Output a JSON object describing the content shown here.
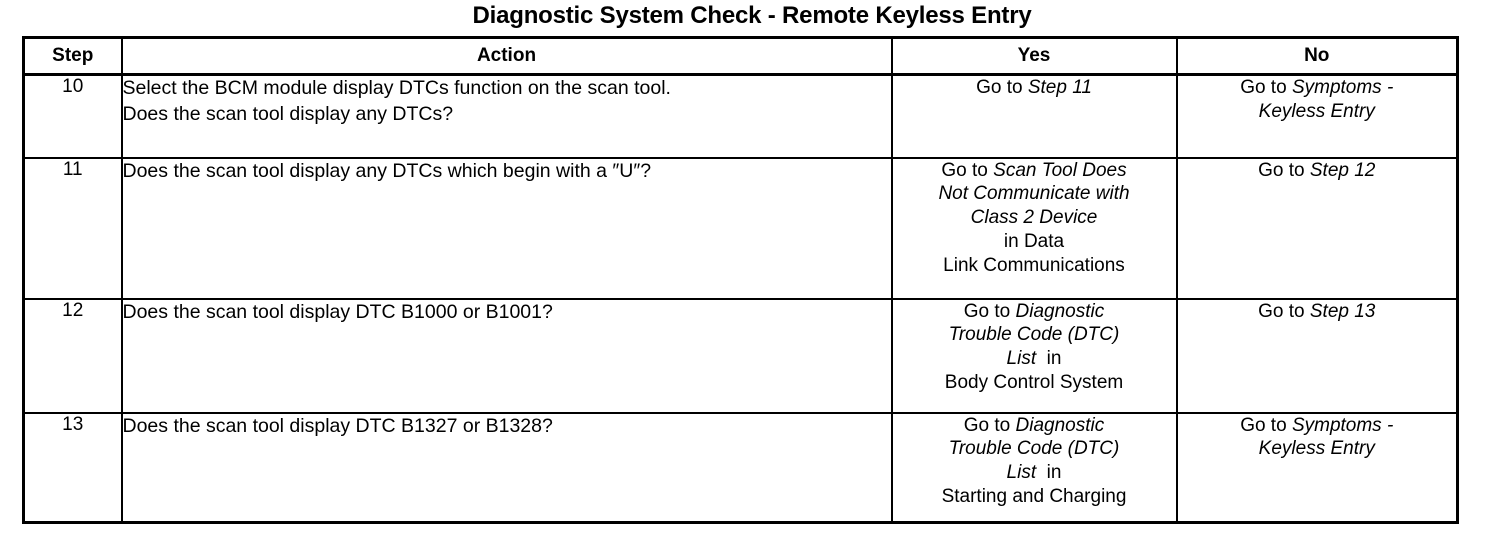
{
  "document": {
    "title": "Diagnostic System Check - Remote Keyless Entry"
  },
  "table": {
    "headers": {
      "step": "Step",
      "action": "Action",
      "yes": "Yes",
      "no": "No"
    },
    "rows": [
      {
        "step": "10",
        "action_lines": [
          "Select the BCM module display DTCs function on the scan tool.",
          "Does the scan tool display any DTCs?"
        ],
        "yes": {
          "align": "bottom",
          "segments": [
            {
              "text": "Go to ",
              "style": "roman"
            },
            {
              "text": "Step 11",
              "style": "italic"
            }
          ]
        },
        "no": {
          "align": "top",
          "segments": [
            {
              "text": "Go to ",
              "style": "roman"
            },
            {
              "text": "Symptoms - Keyless Entry",
              "style": "italic"
            }
          ]
        }
      },
      {
        "step": "11",
        "action_lines": [
          "Does the scan tool display any DTCs which begin with a ″U″?"
        ],
        "yes": {
          "align": "top",
          "segments": [
            {
              "text": "Go to ",
              "style": "roman"
            },
            {
              "text": "Scan Tool Does Not Communicate with Class 2 Device",
              "style": "italic"
            },
            {
              "text": " in ",
              "style": "roman"
            },
            {
              "text": "Data Link Communications",
              "style": "roman"
            }
          ]
        },
        "no": {
          "align": "bottom",
          "segments": [
            {
              "text": "Go to ",
              "style": "roman"
            },
            {
              "text": "Step 12",
              "style": "italic"
            }
          ]
        }
      },
      {
        "step": "12",
        "action_lines": [
          "Does the scan tool display DTC B1000 or B1001?"
        ],
        "yes": {
          "align": "top",
          "segments": [
            {
              "text": "Go to ",
              "style": "roman"
            },
            {
              "text": "Diagnostic Trouble Code (DTC) List",
              "style": "italic"
            },
            {
              "text": " in ",
              "style": "roman"
            },
            {
              "text": "Body Control System",
              "style": "roman"
            }
          ]
        },
        "no": {
          "align": "bottom",
          "segments": [
            {
              "text": "Go to ",
              "style": "roman"
            },
            {
              "text": "Step 13",
              "style": "italic"
            }
          ]
        }
      },
      {
        "step": "13",
        "action_lines": [
          "Does the scan tool display DTC B1327 or B1328?"
        ],
        "yes": {
          "align": "top",
          "segments": [
            {
              "text": "Go to ",
              "style": "roman"
            },
            {
              "text": "Diagnostic Trouble Code (DTC) List",
              "style": "italic"
            },
            {
              "text": " in ",
              "style": "roman"
            },
            {
              "text": "Starting and Charging",
              "style": "roman"
            }
          ]
        },
        "no": {
          "align": "top",
          "segments": [
            {
              "text": "Go to ",
              "style": "roman"
            },
            {
              "text": "Symptoms - Keyless Entry",
              "style": "italic"
            }
          ]
        }
      }
    ],
    "cell_line_breaks": {
      "row10_yes": [
        "Go to Step 11"
      ],
      "row10_no": [
        "Go to Symptoms -",
        "Keyless Entry"
      ],
      "row11_yes": [
        "Go to Scan Tool Does",
        "Not Communicate with",
        "Class 2 Device",
        "in Data",
        "Link Communications"
      ],
      "row11_no": [
        "Go to Step 12"
      ],
      "row12_yes": [
        "Go to Diagnostic",
        "Trouble Code (DTC)",
        "List in",
        "Body Control System"
      ],
      "row12_no": [
        "Go to Step 13"
      ],
      "row13_yes": [
        "Go to Diagnostic",
        "Trouble Code (DTC)",
        "List in",
        "Starting and Charging"
      ],
      "row13_no": [
        "Go to Symptoms -",
        "Keyless Entry"
      ]
    }
  },
  "colors": {
    "ink": "#000000",
    "paper": "#ffffff"
  }
}
